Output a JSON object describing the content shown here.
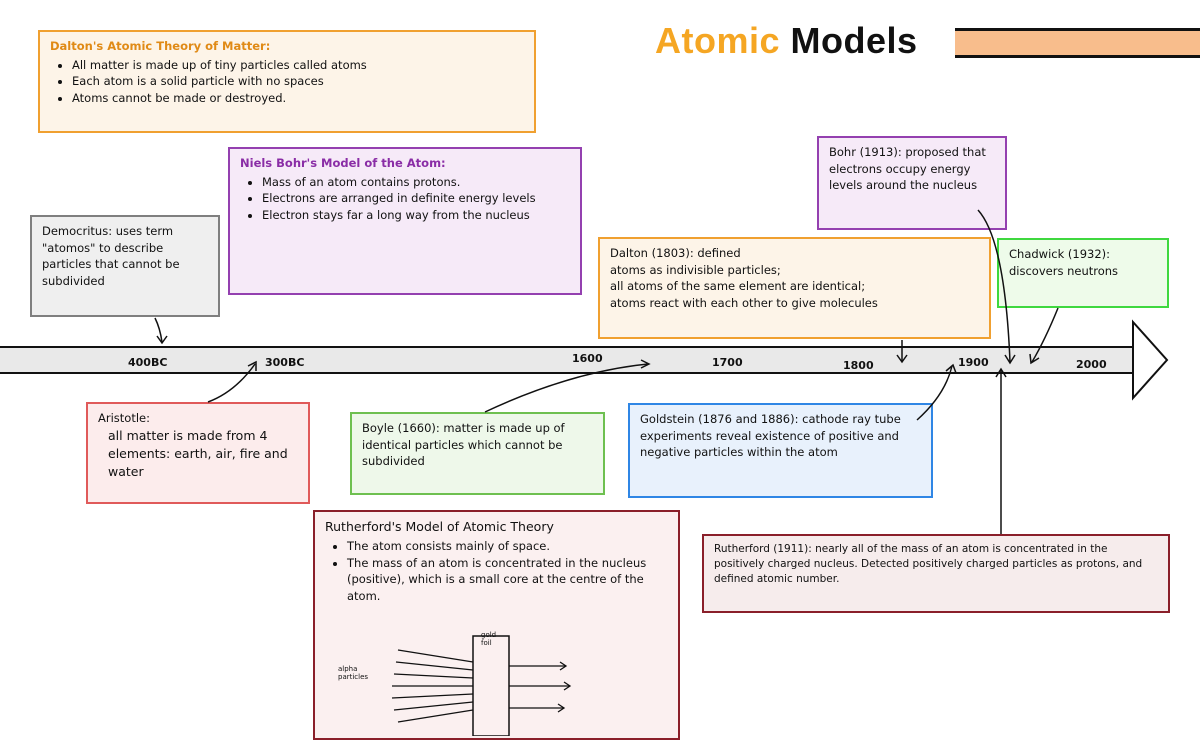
{
  "title": {
    "word1": "Atomic",
    "word2": "Models"
  },
  "colors": {
    "orange": "#f0a030",
    "purple": "#9440b0",
    "gray": "#7f7f7f",
    "green": "#3fd83f",
    "red": "#e05a5a",
    "light_green": "#6ec050",
    "blue": "#2f86e5",
    "maroon": "#8a1f2a"
  },
  "dalton_theory": {
    "heading": "Dalton's Atomic Theory of Matter:",
    "points": [
      "All matter is made up of tiny particles called atoms",
      "Each atom is a solid particle with no spaces",
      "Atoms cannot be made or destroyed."
    ]
  },
  "bohr_model": {
    "heading": "Niels Bohr's Model of the Atom:",
    "points": [
      "Mass of an atom contains protons.",
      "Electrons are arranged in definite energy levels",
      "Electron stays far a long way from the nucleus"
    ]
  },
  "democritus": {
    "text": "Democritus: uses term \"atomos\" to describe particles that cannot be subdivided"
  },
  "bohr_1913": {
    "text": "Bohr (1913): proposed that electrons occupy energy levels around the nucleus"
  },
  "dalton_1803": {
    "lines": [
      "Dalton (1803): defined",
      "atoms as indivisible particles;",
      "all atoms of the same element are identical;",
      "atoms react with each other to give molecules"
    ]
  },
  "chadwick": {
    "text": "Chadwick (1932): discovers neutrons"
  },
  "aristotle": {
    "heading": "Aristotle:",
    "text": "all matter is made from 4 elements: earth, air, fire and water"
  },
  "boyle": {
    "text": "Boyle (1660): matter is made up of identical particles which cannot be subdivided"
  },
  "goldstein": {
    "text": "Goldstein (1876 and 1886): cathode ray tube experiments reveal existence of positive and negative particles within the atom"
  },
  "rutherford_model": {
    "heading": "Rutherford's Model of Atomic Theory",
    "points": [
      "The atom consists mainly of space.",
      "The mass of an atom is concentrated in the nucleus (positive), which is a small core at the centre of the atom."
    ],
    "foil_label": "gold foil",
    "alpha_label": "alpha particles"
  },
  "rutherford_1911": {
    "text": "Rutherford (1911): nearly all of the mass of an atom is concentrated in the positively charged nucleus. Detected positively charged particles as protons, and defined atomic number."
  },
  "timeline": {
    "labels": [
      "400BC",
      "300BC",
      "1600",
      "1700",
      "1800",
      "1900",
      "2000"
    ]
  }
}
